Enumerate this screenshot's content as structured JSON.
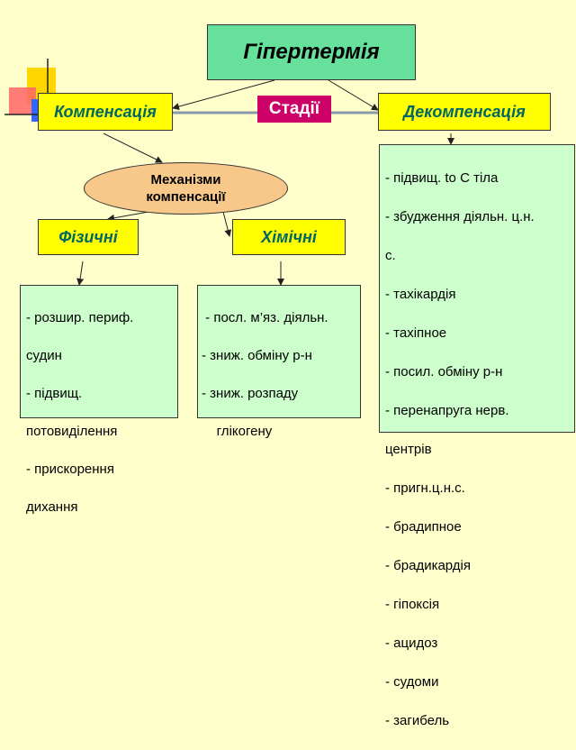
{
  "title": "Гіпертермія",
  "stages_label": "Стадії",
  "compensation": "Компенсація",
  "decompensation": "Декомпенсація",
  "mechanisms": [
    "Механізми",
    "компенсації"
  ],
  "physical": "Фізичні",
  "chemical": "Хімічні",
  "physical_list": [
    "- розшир. периф.",
    "судин",
    "- підвищ.",
    "потовиділення",
    "- прискорення",
    "дихання"
  ],
  "chemical_list": [
    " - посл. м’яз. діяльн.",
    "- зниж. обміну р-н",
    "- зниж. розпаду",
    "    глікогену"
  ],
  "decompensation_list": [
    "- підвищ. to C тіла",
    "- збудження діяльн. ц.н.",
    "с.",
    "- тахікардія",
    "- тахіпное",
    "- посил. обміну р-н",
    "- перенапруга нерв.",
    "центрів",
    "- пригн.ц.н.с.",
    "- брадипное",
    "- брадикардія",
    "- гіпоксія",
    "- ацидоз",
    "- судоми",
    "- загибель"
  ],
  "colors": {
    "background": "#ffffcc",
    "title_box": "#66e09a",
    "stage_box": "#ffff00",
    "stage_text": "#006666",
    "stages_label": "#cc0066",
    "oval": "#f7c88a",
    "list_box": "#ccffcc"
  }
}
